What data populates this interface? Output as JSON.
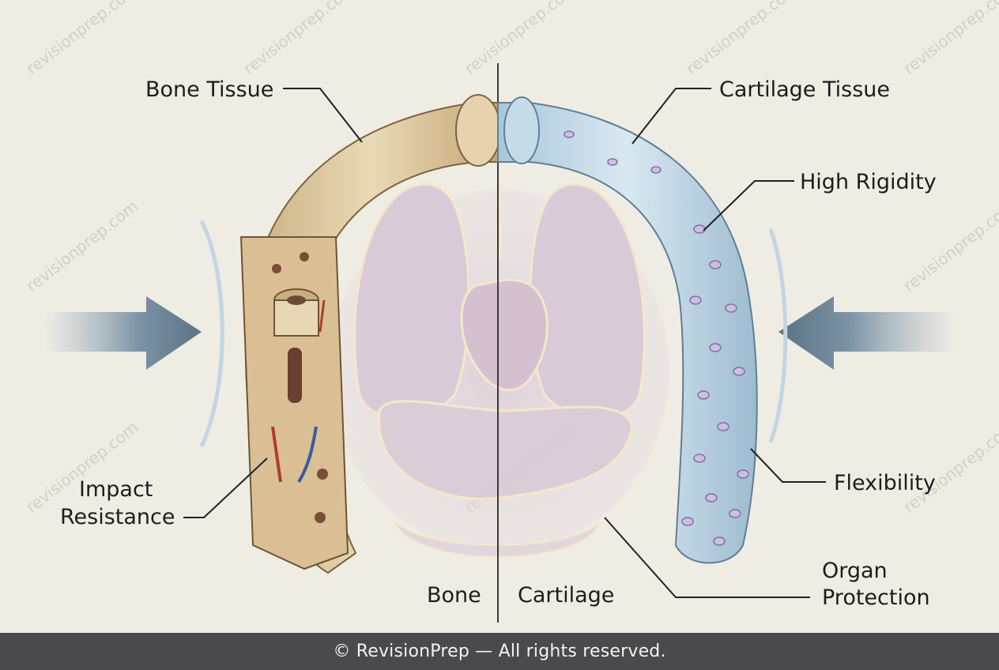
{
  "labels": {
    "bone_tissue": "Bone Tissue",
    "cartilage_tissue": "Cartilage Tissue",
    "high_rigidity": "High Rigidity",
    "impact_resistance_line1": "Impact",
    "impact_resistance_line2": "Resistance",
    "flexibility": "Flexibility",
    "organ_protection_line1": "Organ",
    "organ_protection_line2": "Protection",
    "bone": "Bone",
    "cartilage": "Cartilage"
  },
  "watermark": "revisionprep.com",
  "footer": "© RevisionPrep — All rights reserved.",
  "colors": {
    "background": "#efece3",
    "bone": "#d9c6a0",
    "cartilage": "#b9d2e2",
    "arrow": "#5f7588",
    "footer": "#4a4a4c"
  }
}
